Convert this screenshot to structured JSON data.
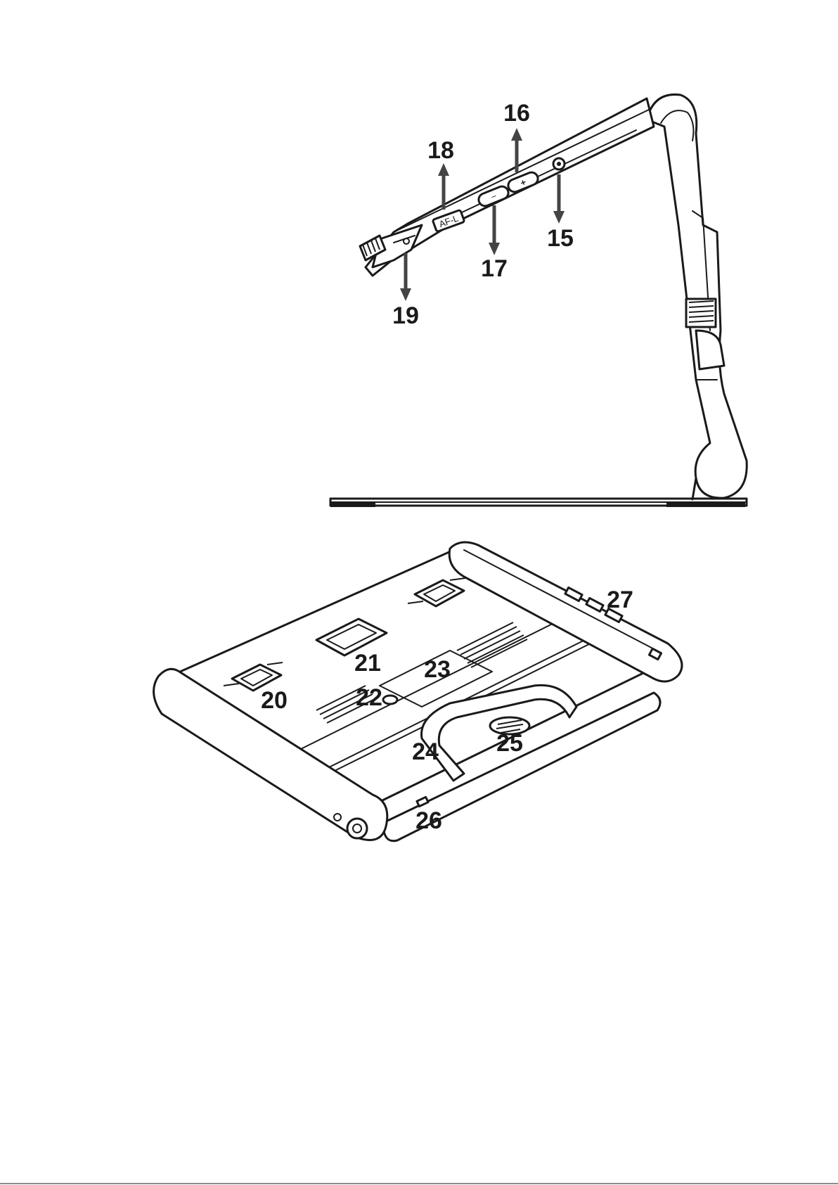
{
  "side_view": {
    "button_labels": {
      "focus_lock": "AF-L",
      "zoom_in": "+",
      "zoom_out": "−"
    },
    "callouts": [
      "15",
      "16",
      "17",
      "18",
      "19"
    ]
  },
  "bottom_view": {
    "callouts": [
      "20",
      "21",
      "22",
      "23",
      "24",
      "25",
      "26",
      "27"
    ]
  }
}
